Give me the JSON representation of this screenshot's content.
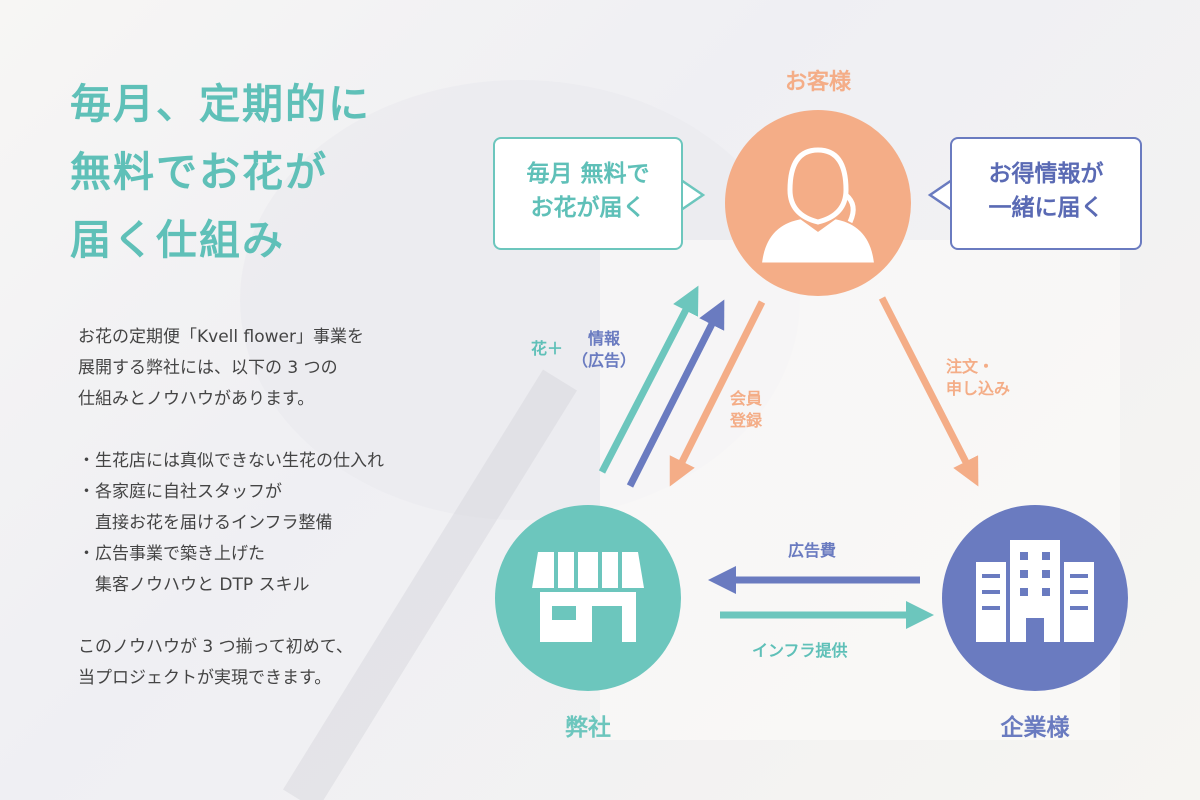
{
  "title": {
    "lines": [
      "毎月、定期的に",
      "無料でお花が",
      "届く仕組み"
    ]
  },
  "body": {
    "intro": [
      "お花の定期便「Kvell flower」事業を",
      "展開する弊社には、以下の 3 つの",
      "仕組みとノウハウがあります。"
    ],
    "bullets": [
      "・生花店には真似できない生花の仕入れ",
      "・各家庭に自社スタッフが",
      "　直接お花を届けるインフラ整備",
      "・広告事業で築き上げた",
      "　集客ノウハウと DTP スキル"
    ],
    "outro": [
      "このノウハウが 3 つ揃って初めて、",
      "当プロジェクトが実現できます。"
    ]
  },
  "diagram": {
    "customer": "お客様",
    "company": "弊社",
    "client": "企業様",
    "left_box": [
      "毎月 無料で",
      "お花が届く"
    ],
    "right_box": [
      "お得情報が",
      "一緒に届く"
    ],
    "flower_plus": "花＋",
    "info_ad": [
      "情報",
      "（広告）"
    ],
    "member": [
      "会員",
      "登録"
    ],
    "order": [
      "注文・",
      "申し込み"
    ],
    "ad_fee": "広告費",
    "infra": "インフラ提供"
  },
  "colors": {
    "teal": "#6cc6bd",
    "orange": "#f4ad87",
    "blue": "#6a7bc0",
    "text": "#444444"
  }
}
